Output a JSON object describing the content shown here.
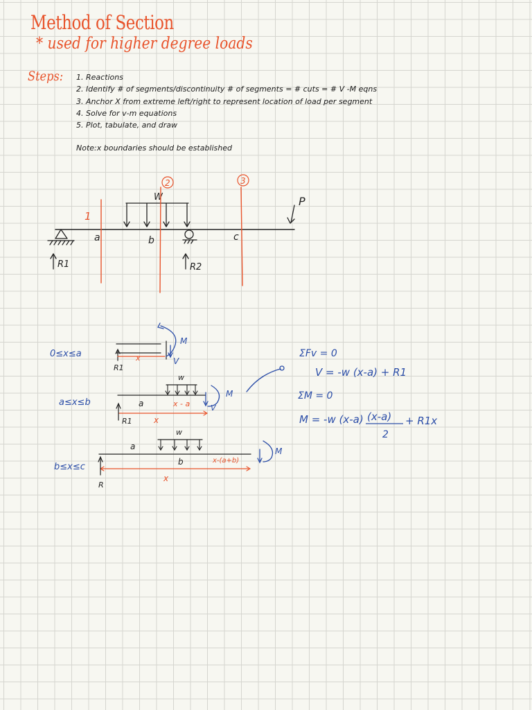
{
  "header": {
    "title": "Method of Section",
    "subtitle": "* used for higher degree loads",
    "steps_label": "Steps:"
  },
  "steps": [
    "1. Reactions",
    "2. Identify # of segments/discontinuity # of segments = # cuts = # V -M eqns",
    "3. Anchor X  from extreme left/right to represent location of load per segment",
    "4. Solve for v-m equations",
    "5. Plot, tabulate, and draw"
  ],
  "note": "Note:x boundaries should be established",
  "beam_diagram": {
    "cut_labels": [
      "1",
      "2",
      "3"
    ],
    "load_labels": [
      "W",
      "P"
    ],
    "point_labels": [
      "a",
      "b",
      "c"
    ],
    "reaction_labels": [
      "R1",
      "R2"
    ]
  },
  "segments": [
    {
      "range": "0≤x≤a",
      "labels": [
        "x",
        "R1",
        "M",
        "V"
      ]
    },
    {
      "range": "a≤x≤b",
      "labels": [
        "w",
        "a",
        "x - a",
        "x",
        "R1",
        "M",
        "V"
      ]
    },
    {
      "range": "b≤x≤c",
      "labels": [
        "w",
        "a",
        "b",
        "x-(a+b)",
        "x",
        "R",
        "M"
      ]
    }
  ],
  "equations": {
    "sum_fv": "ΣFv = 0",
    "v_eq": "V = -w (x-a) + R1",
    "sum_m": "ΣM = 0",
    "m_eq_1": "M = -w (x-a)",
    "m_eq_num": "(x-a)",
    "m_eq_den": "2",
    "m_eq_2": "+ R1x"
  },
  "colors": {
    "background": "#f7f7f1",
    "grid": "#d5d5cf",
    "ink_orange": "#e8532b",
    "ink_blue": "#2c4ea8",
    "ink_black": "#222222"
  }
}
